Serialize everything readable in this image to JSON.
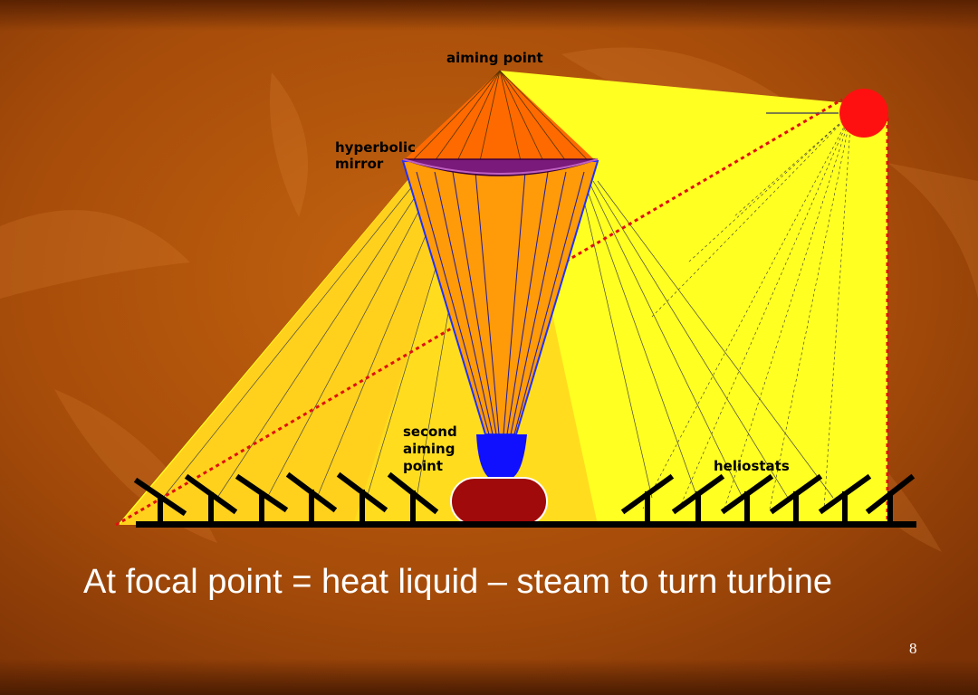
{
  "slide": {
    "caption": "At focal point = heat liquid – steam to turn turbine",
    "page_number": "8"
  },
  "diagram": {
    "labels": {
      "aiming_point": "aiming point",
      "hyperbolic_mirror_line1": "hyperbolic",
      "hyperbolic_mirror_line2": "mirror",
      "second_aiming_point_line1": "second",
      "second_aiming_point_line2": "aiming",
      "second_aiming_point_line3": "point",
      "heliostats": "heliostats"
    },
    "colors": {
      "background_dark": "#8a3a06",
      "background_light": "#c0600e",
      "sky_fill": "#ffff22",
      "beam_fill": "#ffd21e",
      "cone_fill": "#ff9a08",
      "mirror_fill": "#7a1a7a",
      "upper_cone_fill": "#ff6a00",
      "focus_fill": "#1010ff",
      "receiver_fill": "#a10a0a",
      "sun_fill": "#ff1010",
      "heliostat_color": "#000000"
    }
  }
}
